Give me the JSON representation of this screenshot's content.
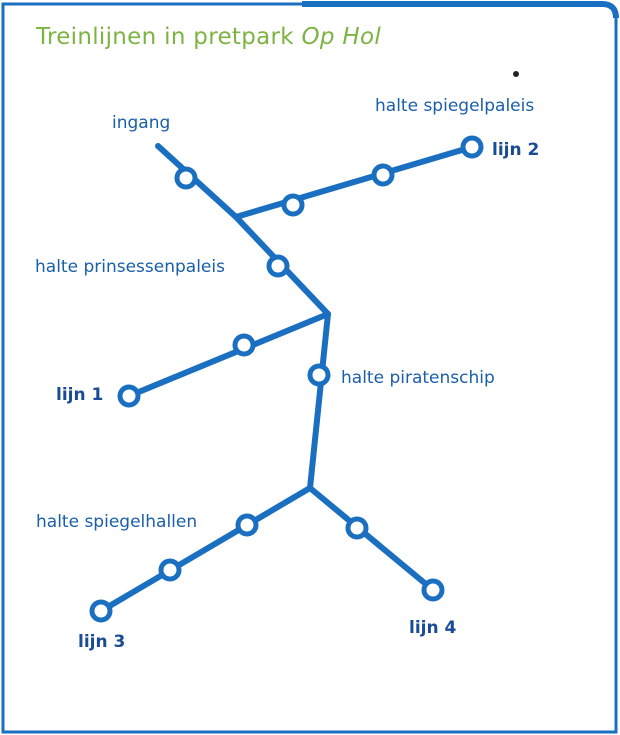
{
  "title": {
    "text": "Treinlijnen in pretpark",
    "park_name": "Op Hol"
  },
  "labels": {
    "ingang": "ingang",
    "halte_spiegelpaleis": "halte spiegelpaleis",
    "halte_prinsessenpaleis": "halte prinsessenpaleis",
    "halte_piratenschip": "halte piratenschip",
    "halte_spiegelhallen": "halte spiegelhallen"
  },
  "lines": {
    "lijn1": "lijn 1",
    "lijn2": "lijn 2",
    "lijn3": "lijn 3",
    "lijn4": "lijn 4"
  },
  "colors": {
    "title": "#7cb342",
    "track": "#1a6fc0",
    "frame": "#1a6fc0",
    "text": "#1a5fa8",
    "line_label": "#1a4c96"
  }
}
